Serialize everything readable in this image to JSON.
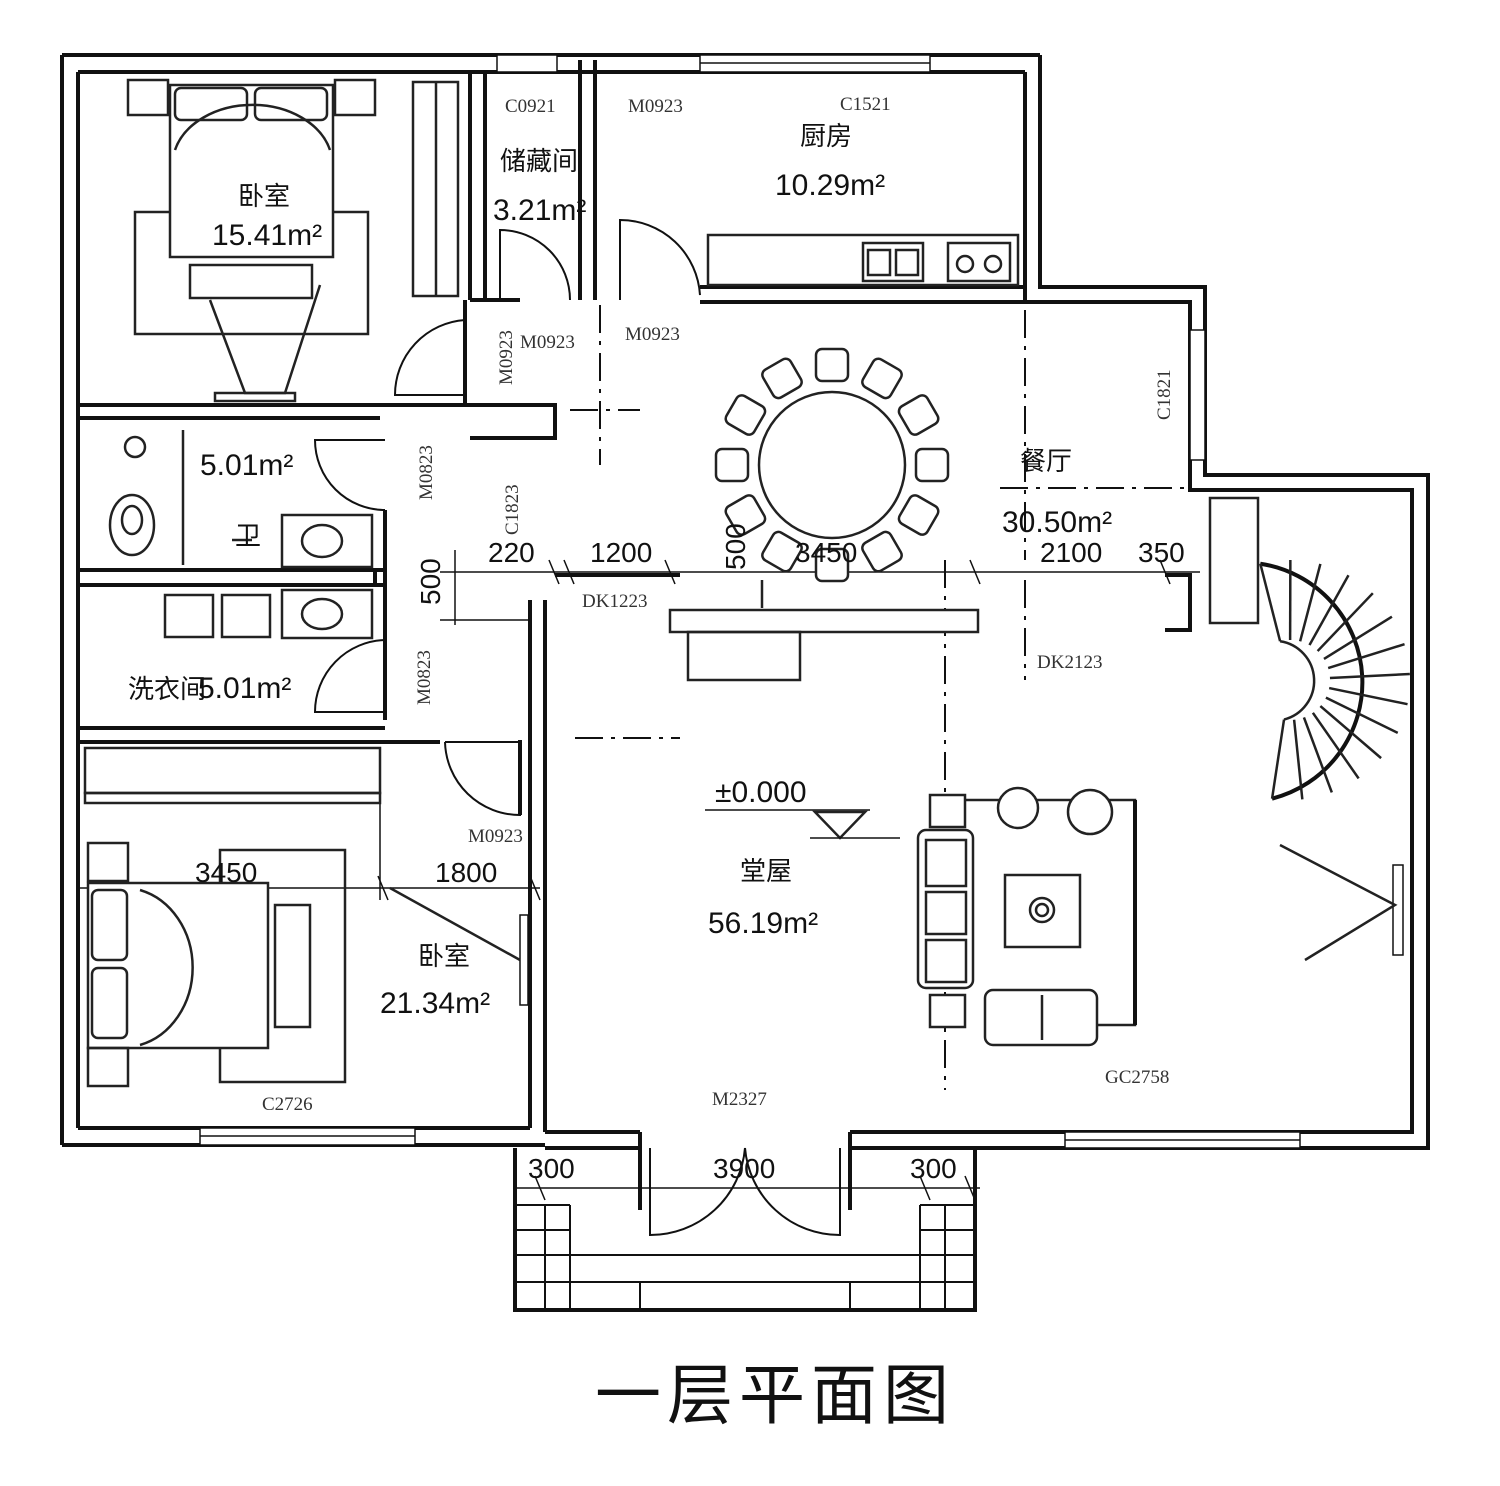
{
  "title": "一层平面图",
  "rooms": {
    "bedroom1": {
      "name": "卧室",
      "area": "15.41m²"
    },
    "storage": {
      "name": "储藏间",
      "area": "3.21m²"
    },
    "kitchen": {
      "name": "厨房",
      "area": "10.29m²"
    },
    "toilet": {
      "area": "5.01m²",
      "label": "卫"
    },
    "laundry": {
      "name": "洗衣间",
      "area": "5.01m²"
    },
    "dining": {
      "name": "餐厅",
      "area": "30.50m²"
    },
    "living": {
      "name": "堂屋",
      "area": "56.19m²"
    },
    "bedroom2": {
      "name": "卧室",
      "area": "21.34m²"
    }
  },
  "elevation": "±0.000",
  "codes": {
    "c0921": "C0921",
    "m0923_top": "M0923",
    "c1521": "C1521",
    "m0923_store": "M0923",
    "m0923_kit": "M0923",
    "m0923_bed": "M0923",
    "m0823_a": "M0823",
    "m0823_b": "M0823",
    "c1821": "C1821",
    "c1823": "C1823",
    "dk1223": "DK1223",
    "dk2123": "DK2123",
    "m0923_b2": "M0923",
    "c2726": "C2726",
    "m2327": "M2327",
    "gc2758": "GC2758"
  },
  "dimensions": {
    "d220": "220",
    "d1200": "1200",
    "d500a": "500",
    "d3450": "3450",
    "d2100": "2100",
    "d350": "350",
    "d500b": "500",
    "d3450b": "3450",
    "d1800": "1800",
    "d300a": "300",
    "d3900": "3900",
    "d300b": "300"
  }
}
